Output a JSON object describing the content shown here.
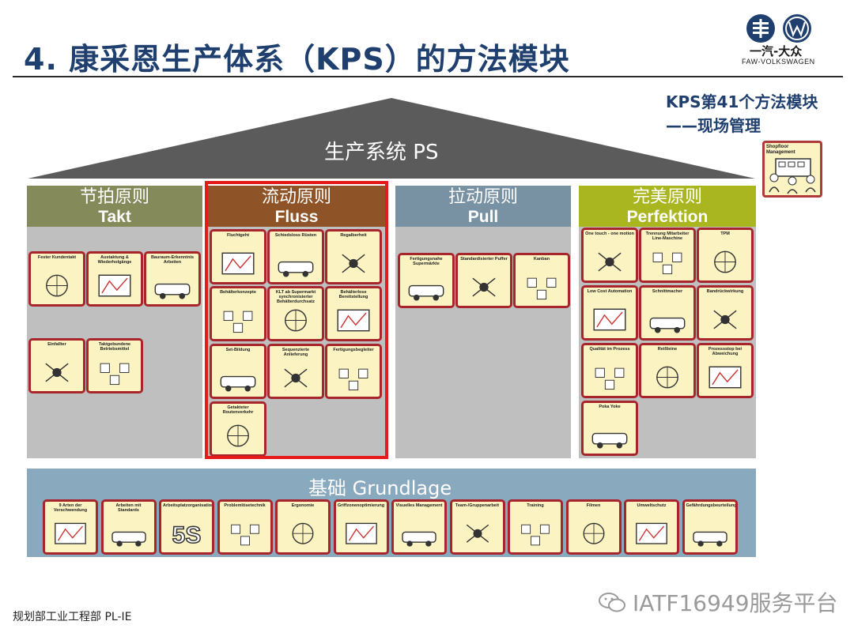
{
  "header": {
    "title": "4. 康采恩生产体系（KPS）的方法模块",
    "logo_cn": "一汽-大众",
    "logo_en": "FAW-VOLKSWAGEN"
  },
  "note": {
    "line1": "KPS第41个方法模块",
    "line2": "——现场管理",
    "card_label": "Shopfloor Management"
  },
  "roof": {
    "label": "生产系统 PS"
  },
  "pillars": [
    {
      "cn": "节拍原则",
      "en": "Takt",
      "color": "#848a5a",
      "cards": [
        "Fester Kundentakt",
        "Austaktung & Wiederholgänge",
        "Bauraum-Erkenntnis Arbeiten",
        "Einfallter",
        "Taktgebundene Betriebsmittel"
      ]
    },
    {
      "cn": "流动原则",
      "en": "Fluss",
      "color": "#8e5326",
      "cards": [
        "Fluchtgeht",
        "Schiedsloss Rüsten",
        "Regalberheit",
        "Behälterkonzepte",
        "KLT ab Supermarkt synchronisierter Behälterdurchsatz",
        "Behälterlose Bereitstellung",
        "Set-Bildung",
        "Sequenzierte Anlieferung",
        "Fertigungsbegleiter",
        "Getakteter Routenverkehr"
      ]
    },
    {
      "cn": "拉动原则",
      "en": "Pull",
      "color": "#7891a3",
      "cards": [
        "Fertigungsnahe Supermärkte",
        "Standardisierter Puffer",
        "Kanban"
      ]
    },
    {
      "cn": "完美原则",
      "en": "Perfektion",
      "color": "#a9b620",
      "cards": [
        "One touch - one motion",
        "Trennung Mitarbeiter Line-Maschine",
        "TPM",
        "Low Cost Automation",
        "Schnittmacher",
        "Bandrückwirkung",
        "Qualität im Prozess",
        "Reißleine",
        "Prozessstop bei Abweichung",
        "Poka Yoke"
      ]
    }
  ],
  "base": {
    "label": "基础 Grundlage",
    "cards": [
      "9 Arten der Verschwendung",
      "Arbeiten mit Standards",
      "Arbeitsplatzorganisation",
      "Problemlösetechnik",
      "Ergonomie",
      "Griffzonenoptimierung",
      "Visuelles Management",
      "Team-/Gruppenarbeit",
      "Training",
      "Filmen",
      "Umweltschutz",
      "Gefährdungsbeurteilung"
    ],
    "fiveS": "5S"
  },
  "footer": {
    "left": "规划部工业工程部 PL-IE",
    "watermark": "IATF16949服务平台"
  },
  "colors": {
    "frame": "#e51b1b",
    "card_border": "#a8262b",
    "card_bg": "#fbf3c2",
    "title": "#1f3f6e",
    "roof": "#5b5b5b"
  }
}
